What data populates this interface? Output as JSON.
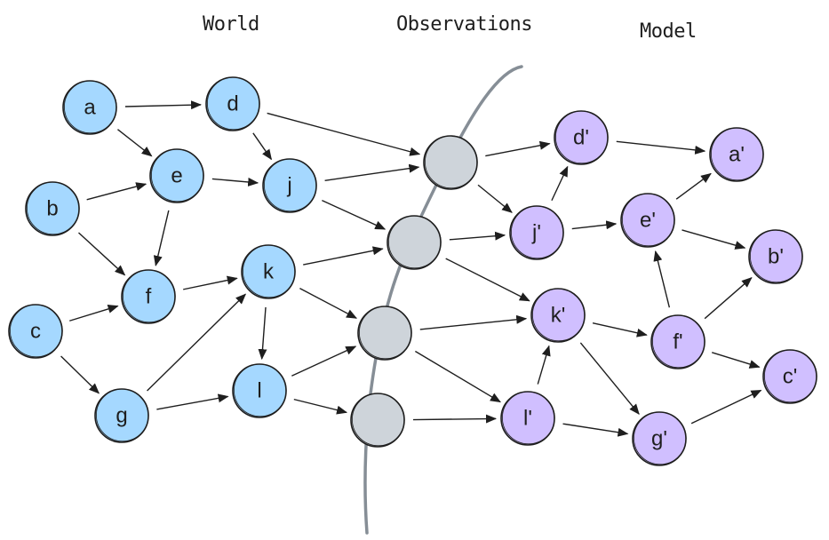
{
  "headings": {
    "world": "World",
    "observations": "Observations",
    "model": "Model"
  },
  "colors": {
    "world_fill": "#a5d8ff",
    "observation_fill": "#ced4da",
    "model_fill": "#d0bfff",
    "stroke": "#1e1e1e",
    "divider": "#868e96"
  },
  "nodes": [
    {
      "id": "a",
      "label": "a",
      "group": "world"
    },
    {
      "id": "b",
      "label": "b",
      "group": "world"
    },
    {
      "id": "c",
      "label": "c",
      "group": "world"
    },
    {
      "id": "d",
      "label": "d",
      "group": "world"
    },
    {
      "id": "e",
      "label": "e",
      "group": "world"
    },
    {
      "id": "f",
      "label": "f",
      "group": "world"
    },
    {
      "id": "g",
      "label": "g",
      "group": "world"
    },
    {
      "id": "j",
      "label": "j",
      "group": "world"
    },
    {
      "id": "k",
      "label": "k",
      "group": "world"
    },
    {
      "id": "l",
      "label": "l",
      "group": "world"
    },
    {
      "id": "o1",
      "label": "",
      "group": "observation"
    },
    {
      "id": "o2",
      "label": "",
      "group": "observation"
    },
    {
      "id": "o3",
      "label": "",
      "group": "observation"
    },
    {
      "id": "o4",
      "label": "",
      "group": "observation"
    },
    {
      "id": "d'",
      "label": "d'",
      "group": "model"
    },
    {
      "id": "j'",
      "label": "j'",
      "group": "model"
    },
    {
      "id": "k'",
      "label": "k'",
      "group": "model"
    },
    {
      "id": "l'",
      "label": "l'",
      "group": "model"
    },
    {
      "id": "a'",
      "label": "a'",
      "group": "model"
    },
    {
      "id": "e'",
      "label": "e'",
      "group": "model"
    },
    {
      "id": "f'",
      "label": "f'",
      "group": "model"
    },
    {
      "id": "g'",
      "label": "g'",
      "group": "model"
    },
    {
      "id": "b'",
      "label": "b'",
      "group": "model"
    },
    {
      "id": "c'",
      "label": "c'",
      "group": "model"
    }
  ],
  "edges": [
    {
      "from": "a",
      "to": "d"
    },
    {
      "from": "a",
      "to": "e"
    },
    {
      "from": "b",
      "to": "e"
    },
    {
      "from": "b",
      "to": "f"
    },
    {
      "from": "e",
      "to": "j"
    },
    {
      "from": "e",
      "to": "f"
    },
    {
      "from": "d",
      "to": "j"
    },
    {
      "from": "d",
      "to": "o1"
    },
    {
      "from": "j",
      "to": "o1"
    },
    {
      "from": "j",
      "to": "o2"
    },
    {
      "from": "c",
      "to": "f"
    },
    {
      "from": "c",
      "to": "g"
    },
    {
      "from": "f",
      "to": "k"
    },
    {
      "from": "g",
      "to": "k"
    },
    {
      "from": "g",
      "to": "l"
    },
    {
      "from": "k",
      "to": "o2"
    },
    {
      "from": "k",
      "to": "o3"
    },
    {
      "from": "k",
      "to": "l"
    },
    {
      "from": "l",
      "to": "o3"
    },
    {
      "from": "l",
      "to": "o4"
    },
    {
      "from": "o1",
      "to": "d'"
    },
    {
      "from": "o1",
      "to": "j'"
    },
    {
      "from": "o2",
      "to": "j'"
    },
    {
      "from": "o2",
      "to": "k'"
    },
    {
      "from": "o3",
      "to": "k'"
    },
    {
      "from": "o3",
      "to": "l'"
    },
    {
      "from": "o4",
      "to": "l'"
    },
    {
      "from": "j'",
      "to": "d'"
    },
    {
      "from": "d'",
      "to": "a'"
    },
    {
      "from": "j'",
      "to": "e'"
    },
    {
      "from": "e'",
      "to": "a'"
    },
    {
      "from": "e'",
      "to": "b'"
    },
    {
      "from": "l'",
      "to": "k'"
    },
    {
      "from": "k'",
      "to": "f'"
    },
    {
      "from": "k'",
      "to": "g'"
    },
    {
      "from": "l'",
      "to": "g'"
    },
    {
      "from": "f'",
      "to": "e'"
    },
    {
      "from": "f'",
      "to": "b'"
    },
    {
      "from": "f'",
      "to": "c'"
    },
    {
      "from": "g'",
      "to": "c'"
    }
  ]
}
